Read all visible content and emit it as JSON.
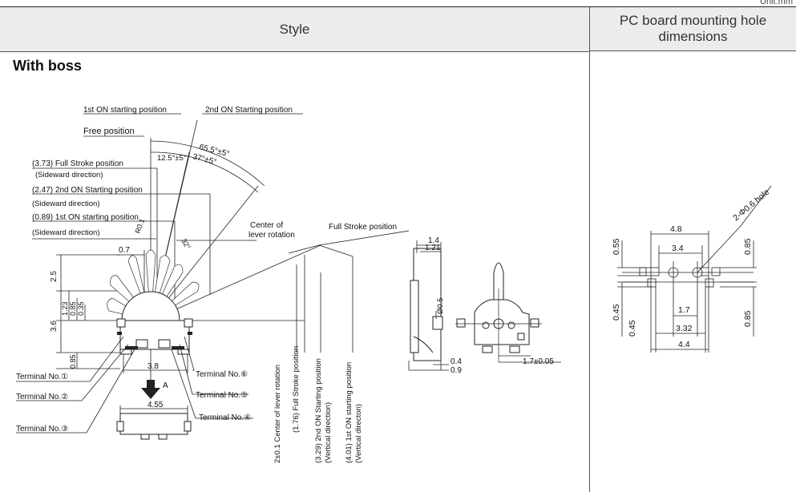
{
  "unit_label": "Unit:mm",
  "table": {
    "header_style": "Style",
    "header_pcb": "PC board mounting hole dimensions"
  },
  "section_title": "With boss",
  "labels": {
    "first_on_start": "1st ON starting position",
    "second_on_start": "2nd ON Starting position",
    "free_position": "Free position",
    "angle_655": "65.5°±5°",
    "angle_37": "37°±5°",
    "angle_125": "12.5°±5°",
    "full_stroke_side": "(3.73) Full Stroke position",
    "sideward_1": "(Sideward direction)",
    "second_on_side": "(2.47) 2nd ON Starting position",
    "sideward_2": "(Sideward direction)",
    "first_on_side": "(0.89) 1st ON starting position",
    "sideward_3": "(Sideward direction)",
    "r01": "R0.1",
    "angle_32": "32°",
    "center_of": "Center of",
    "lever_rotation": "lever rotation",
    "full_stroke_pos": "Full Stroke position",
    "dim_07": "0.7",
    "dim_25": "2.5",
    "dim_123": "1.23",
    "dim_085a": "0.85",
    "dim_035": "0.35",
    "dim_36": "3.6",
    "dim_085b": "0.85",
    "dim_38": "3.8",
    "arrow_a": "A",
    "dim_455": "4.55",
    "terminal_1": "Terminal No.①",
    "terminal_2": "Terminal No.②",
    "terminal_3": "Terminal No.③",
    "terminal_4": "Terminal No.④",
    "terminal_5": "Terminal No.⑤",
    "terminal_6": "Terminal No.⑥",
    "v_center": "2±0.1 Center of lever rotation",
    "v_full": "(1.76) Full Stroke position",
    "v_second_a": "(3.29) 2nd ON Starting position",
    "v_second_b": "(Vertical direction)",
    "v_first_a": "(4.01) 1st ON starting position",
    "v_first_b": "(Vertical directon)",
    "dim_14": "1.4",
    "dim_121": "1.21",
    "dim_phi05": "Ø0.5",
    "dim_04": "0.4",
    "dim_09": "0.9",
    "dim_17pm": "1.7±0.05"
  },
  "pcb_labels": {
    "hole": "2-Φ0.6 hole",
    "d48": "4.8",
    "d34": "3.4",
    "d055": "0.55",
    "d085t": "0.85",
    "d045a": "0.45",
    "d045b": "0.45",
    "d17": "1.7",
    "d332": "3.32",
    "d44": "4.4",
    "d085b": "0.85"
  }
}
